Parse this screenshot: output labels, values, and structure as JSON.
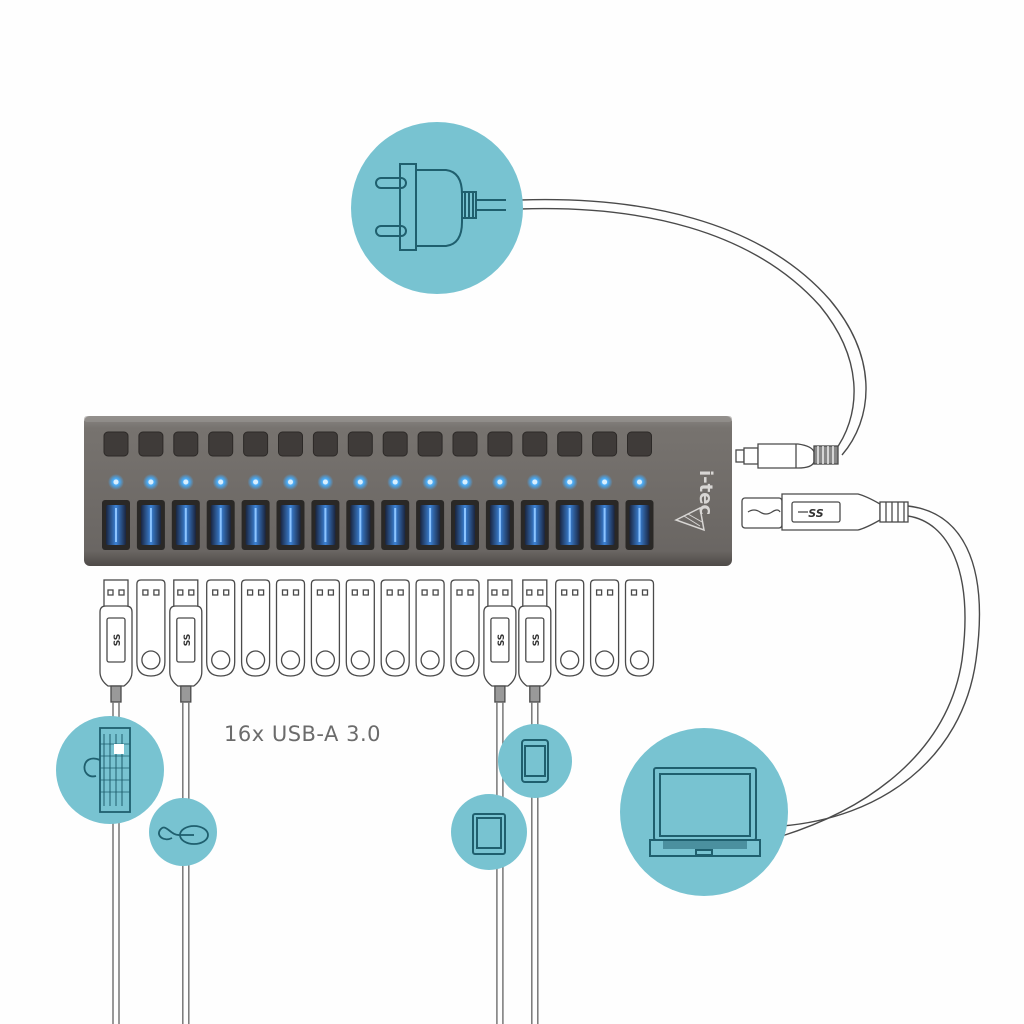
{
  "diagram": {
    "caption": "16x USB-A 3.0",
    "brand_logo": "i-tec",
    "port_count": 16,
    "colors": {
      "accent_circle": "#78c3d1",
      "icon_stroke": "#1f5f6e",
      "hub_body": "#6f6c6a",
      "hub_button": "#3f3b39",
      "port_led": "#4aa8f0",
      "usb_port_blue": "#2c6cc0",
      "line_art": "#4a4a4a"
    },
    "upstream": {
      "power_connector": "dc-barrel-jack",
      "host_connector": "usb-b-superspeed",
      "host_connector_symbol": "SS"
    },
    "peripherals": [
      {
        "name": "power-plug",
        "icon": "power-plug-icon",
        "port": null
      },
      {
        "name": "keyboard",
        "icon": "keyboard-icon",
        "port": 1
      },
      {
        "name": "mouse",
        "icon": "mouse-icon",
        "port": 3
      },
      {
        "name": "tablet",
        "icon": "tablet-icon",
        "port": 12
      },
      {
        "name": "smartphone",
        "icon": "smartphone-icon",
        "port": 13
      },
      {
        "name": "laptop",
        "icon": "laptop-icon",
        "port": null
      }
    ],
    "connected_cable_ports": [
      1,
      3,
      12,
      13
    ],
    "flash_drive_ports": [
      2,
      4,
      5,
      6,
      7,
      8,
      9,
      10,
      11,
      14,
      15,
      16
    ]
  }
}
